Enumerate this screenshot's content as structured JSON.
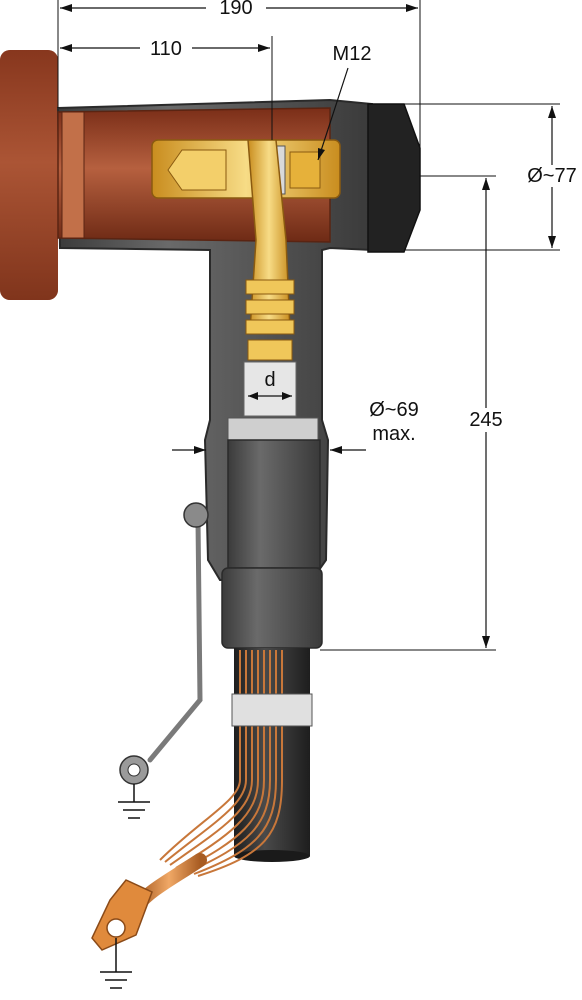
{
  "dimensions": {
    "overall_width": "190",
    "center_offset": "110",
    "thread": "M12",
    "bushing_diameter": "Ø~77",
    "height": "245",
    "body_diameter": "Ø~69",
    "body_diameter_note": "max.",
    "conductor": "d"
  },
  "colors": {
    "bushing": "#8a3b22",
    "bushing_light": "#b6603f",
    "housing": "#5a5a5a",
    "housing_dark": "#3a3a3a",
    "brass": "#e8b23a",
    "brass_light": "#f5d77a",
    "copper": "#d98a4a",
    "cable_jacket": "#2e2e2e",
    "dim": "#111111"
  },
  "icons": [
    "ground-symbol-icon",
    "ground-symbol-icon"
  ]
}
